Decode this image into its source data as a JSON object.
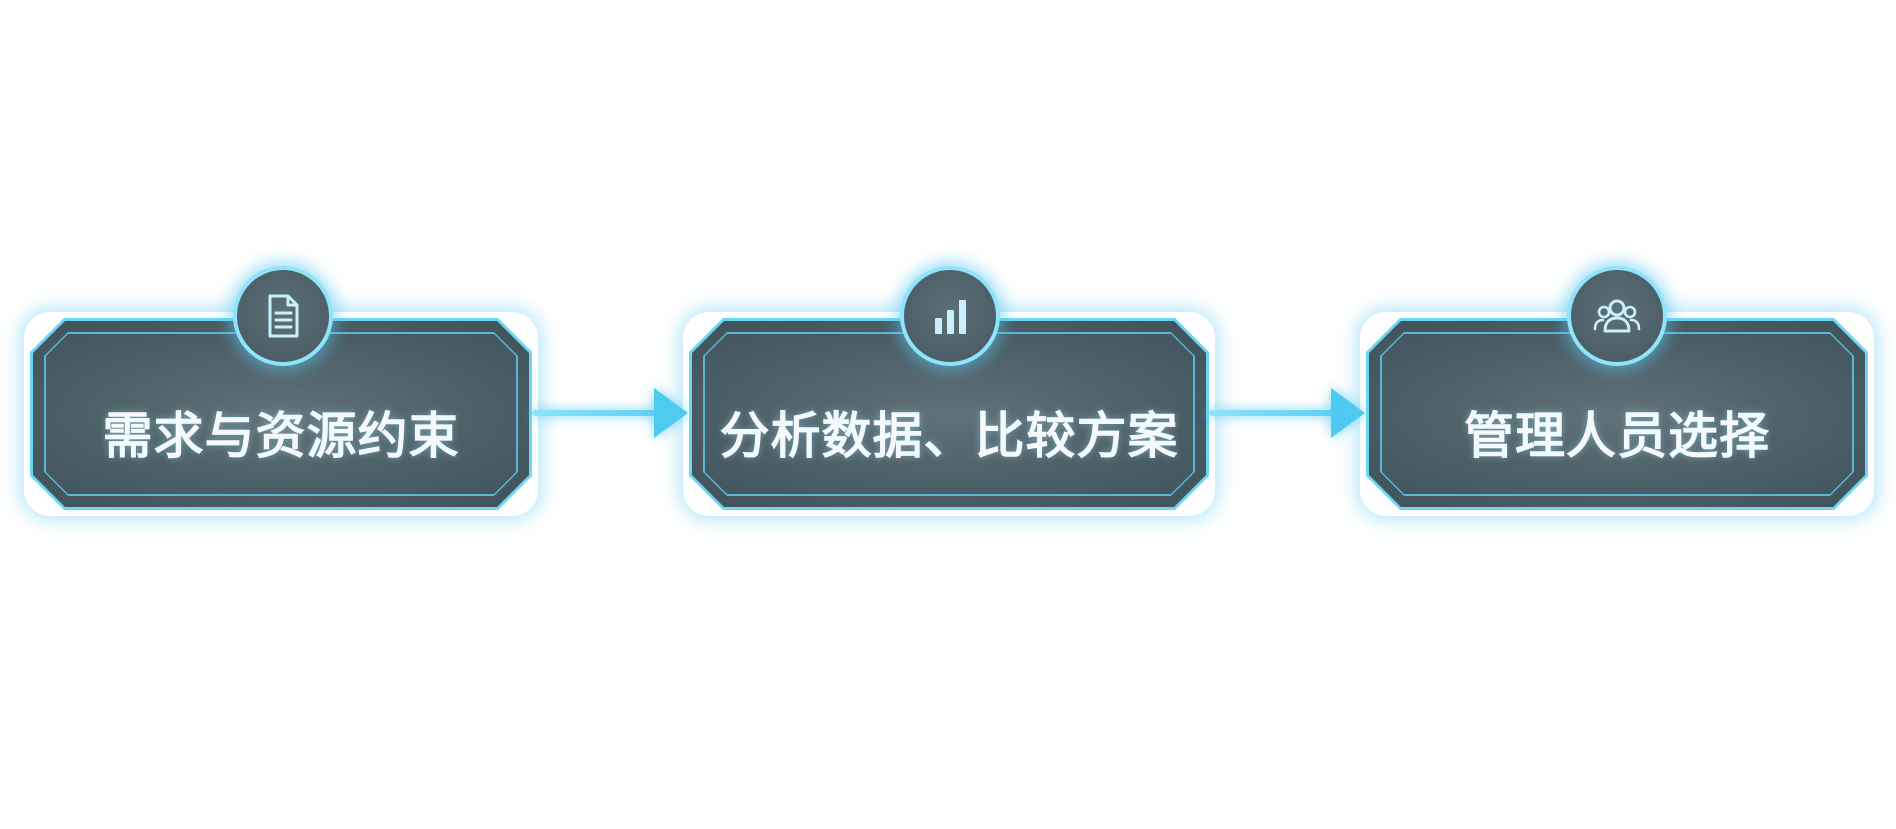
{
  "flow": {
    "steps": [
      {
        "label": "需求与资源约束",
        "icon": "document-icon"
      },
      {
        "label": "分析数据、比较方案",
        "icon": "bar-chart-icon"
      },
      {
        "label": "管理人员选择",
        "icon": "users-icon"
      }
    ]
  },
  "colors": {
    "accent": "#6ed6f5",
    "box_fill": "#4c5e66",
    "text": "#f4f9fc"
  }
}
